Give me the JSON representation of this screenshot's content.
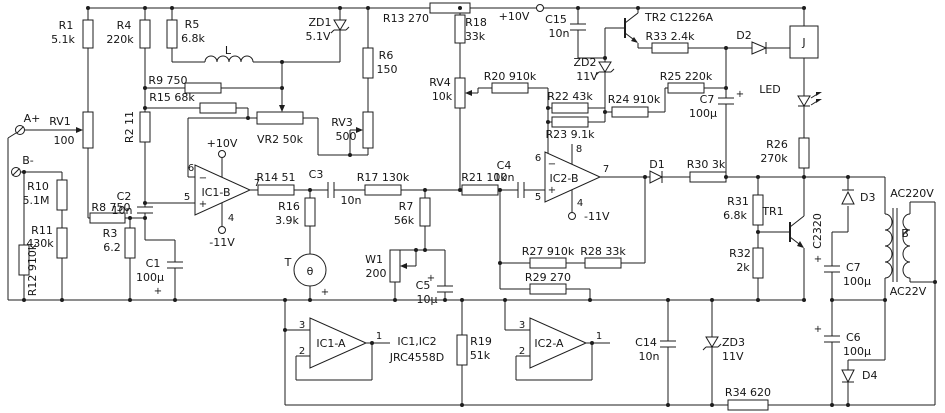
{
  "labels": {
    "plus": "+",
    "minus": "−",
    "theta": "θ",
    "a_plus": "A+",
    "b_minus": "B-",
    "r1": "R1",
    "r1v": "5.1k",
    "r4": "R4",
    "r4v": "220k",
    "r5": "R5",
    "r5v": "6.8k",
    "l": "L",
    "r9": "R9 750",
    "r15": "R15 68k",
    "r2": "R2 11",
    "rv1": "RV1",
    "rv1v": "100",
    "r10": "R10",
    "r10v": "5.1M",
    "r8": "R8 750",
    "r11": "R11",
    "r11v": "430k",
    "r3": "R3",
    "r3v": "6.2",
    "r12": "R12 910k",
    "c2": "C2",
    "c2v": "10n",
    "c1": "C1",
    "c1v": "100µ",
    "ic1b": "IC1-B",
    "p10v_a": "+10V",
    "m11v_a": "-11V",
    "pin6a": "6",
    "pin5a": "5",
    "pin7a": "7",
    "pin4a": "4",
    "vr2": "VR2 50k",
    "r14": "R14 51",
    "r16": "R16",
    "r16v": "3.9k",
    "c3": "C3",
    "c3v": "10n",
    "t": "T",
    "zd1": "ZD1",
    "zd1v": "5.1V",
    "r13": "R13 270",
    "r6": "R6",
    "r6v": "150",
    "rv3": "RV3",
    "rv3v": "500",
    "r17": "R17 130k",
    "r7": "R7",
    "r7v": "56k",
    "w1": "W1",
    "w1v": "200",
    "c5": "C5",
    "c5v": "10µ",
    "r18": "R18",
    "r18v": "33k",
    "p10v_b": "+10V",
    "rv4": "RV4",
    "rv4v": "10k",
    "r20": "R20 910k",
    "r21": "R21 10k",
    "c4": "C4",
    "c4v": "10n",
    "ic2b": "IC2-B",
    "pin6b": "6",
    "pin5b": "5",
    "pin8b": "8",
    "pin7b": "7",
    "pin4b": "4",
    "m11v_b": "-11V",
    "r22": "R22 43k",
    "r23": "R23 9.1k",
    "r24": "R24 910k",
    "r25": "R25 220k",
    "c7a": "C7",
    "c7av": "100µ",
    "c15": "C15",
    "c15v": "10n",
    "tr2": "TR2 C1226A",
    "zd2": "ZD2",
    "zd2v": "11V",
    "r33": "R33 2.4k",
    "d2": "D2",
    "j": "J",
    "led": "LED",
    "r26": "R26",
    "r26v": "270k",
    "d1": "D1",
    "r30": "R30 3k",
    "r31": "R31",
    "r31v": "6.8k",
    "tr1": "TR1",
    "tr1_type": "C2320",
    "r32": "R32",
    "r32v": "2k",
    "r27": "R27 910k",
    "r28": "R28 33k",
    "r29": "R29 270",
    "ic1a": "IC1-A",
    "pin3c": "3",
    "pin2c": "2",
    "pin1c": "1",
    "ic_part": "IC1,IC2",
    "ic_model": "JRC4558D",
    "r19": "R19",
    "r19v": "51k",
    "ic2a": "IC2-A",
    "pin3d": "3",
    "pin2d": "2",
    "pin1d": "1",
    "c14": "C14",
    "c14v": "10n",
    "zd3": "ZD3",
    "zd3v": "11V",
    "r34": "R34 620",
    "d3": "D3",
    "d4": "D4",
    "b": "B",
    "ac220": "AC220V",
    "ac22": "AC22V",
    "c7b": "C7",
    "c7bv": "100µ",
    "c6": "C6",
    "c6v": "100µ"
  }
}
